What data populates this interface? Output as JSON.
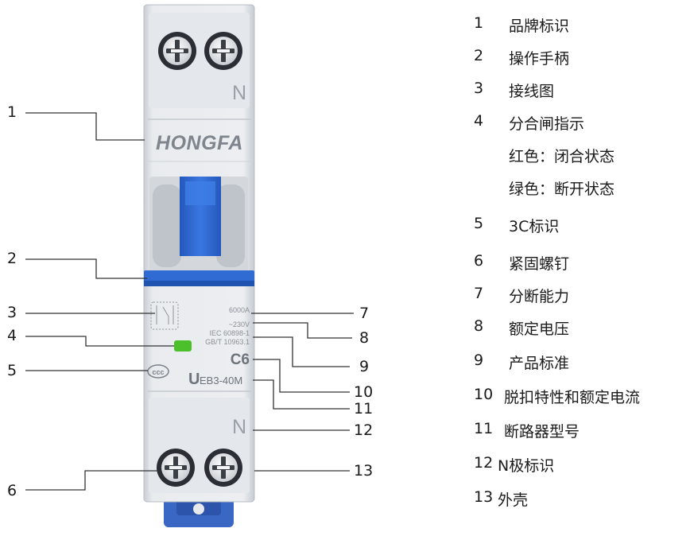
{
  "device": {
    "brand_text": "HONGFA",
    "neutral_top": "N",
    "neutral_bottom": "N",
    "breaking_capacity": "6000A",
    "voltage": "~230V",
    "standard_1": "IEC 60898-1",
    "standard_2": "GB/T 10963.1",
    "rating": "C6",
    "model_prefix": "U",
    "model": "EB3-40M",
    "colors": {
      "housing": "#e6e9ed",
      "housing_shade": "#cfd3d8",
      "handle": "#2f6bd3",
      "handle_dark": "#1f53b0",
      "indicator": "#4cc02a",
      "clip": "#3a66c4"
    }
  },
  "callouts": [
    {
      "num": "1"
    },
    {
      "num": "2"
    },
    {
      "num": "3"
    },
    {
      "num": "4"
    },
    {
      "num": "5"
    },
    {
      "num": "6"
    },
    {
      "num": "7"
    },
    {
      "num": "8"
    },
    {
      "num": "9"
    },
    {
      "num": "10"
    },
    {
      "num": "11"
    },
    {
      "num": "12"
    },
    {
      "num": "13"
    }
  ],
  "legend": [
    {
      "num": "1",
      "text": "品牌标识"
    },
    {
      "num": "2",
      "text": "操作手柄"
    },
    {
      "num": "3",
      "text": "接线图"
    },
    {
      "num": "4",
      "text": "分合闸指示"
    },
    {
      "num": "",
      "text": "红色：闭合状态"
    },
    {
      "num": "",
      "text": "绿色：断开状态"
    },
    {
      "num": "5",
      "text": "3C标识"
    },
    {
      "num": "6",
      "text": "紧固螺钉"
    },
    {
      "num": "7",
      "text": "分断能力"
    },
    {
      "num": "8",
      "text": "额定电压"
    },
    {
      "num": "9",
      "text": "产品标准"
    },
    {
      "num": "10",
      "text": "脱扣特性和额定电流"
    },
    {
      "num": "11",
      "text": "断路器型号"
    },
    {
      "num": "12",
      "text": "N极标识"
    },
    {
      "num": "13",
      "text": "外壳"
    }
  ]
}
